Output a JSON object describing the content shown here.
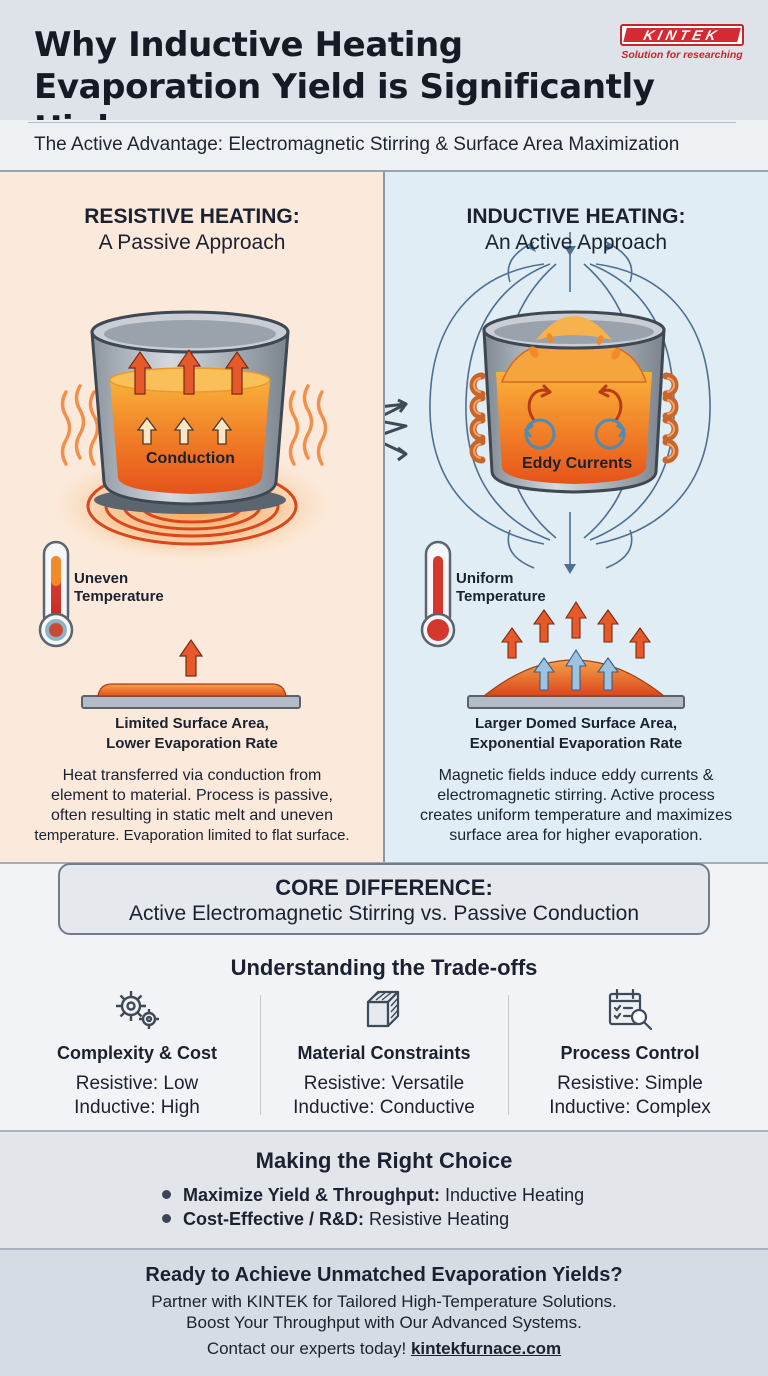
{
  "header": {
    "title_line1": "Why Inductive Heating",
    "title_line2": "Evaporation Yield is Significantly Higher",
    "logo_text": "KINTEK",
    "logo_tagline": "Solution for researching"
  },
  "subtitle": "The Active Advantage: Electromagnetic Stirring & Surface Area Maximization",
  "left": {
    "heading": "RESISTIVE HEATING:",
    "subheading": "A Passive Approach",
    "crucible_label": "Conduction",
    "thermo_label_1": "Uneven",
    "thermo_label_2": "Temperature",
    "caption_1": "Limited Surface Area,",
    "caption_2": "Lower Evaporation Rate",
    "desc": [
      "Heat transferred via conduction from",
      "element to material. Process is passive,",
      "often resulting in static melt and uneven",
      "temperature. Evaporation limited to flat surface."
    ]
  },
  "right": {
    "heading": "INDUCTIVE HEATING:",
    "subheading": "An Active Approach",
    "crucible_label": "Eddy Currents",
    "thermo_label_1": "Uniform",
    "thermo_label_2": "Temperature",
    "caption_1": "Larger Domed Surface Area,",
    "caption_2": "Exponential Evaporation Rate",
    "desc": [
      "Magnetic fields induce eddy currents &",
      "electromagnetic stirring. Active process",
      "creates uniform temperature and maximizes",
      "surface area for higher evaporation."
    ]
  },
  "core": {
    "title": "CORE DIFFERENCE:",
    "subtitle": "Active Electromagnetic Stirring vs. Passive Conduction"
  },
  "tradeoffs": {
    "title": "Understanding the Trade-offs",
    "columns": [
      {
        "icon": "gears-icon",
        "title": "Complexity & Cost",
        "line1": "Resistive: Low",
        "line2": "Inductive: High"
      },
      {
        "icon": "material-block-icon",
        "title": "Material Constraints",
        "line1": "Resistive: Versatile",
        "line2": "Inductive: Conductive"
      },
      {
        "icon": "calendar-checklist-icon",
        "title": "Process Control",
        "line1": "Resistive: Simple",
        "line2": "Inductive: Complex"
      }
    ]
  },
  "choice": {
    "title": "Making the Right Choice",
    "items": [
      {
        "bold": "Maximize Yield & Throughput:",
        "text": " Inductive Heating"
      },
      {
        "bold": "Cost-Effective / R&D:",
        "text": " Resistive Heating"
      }
    ]
  },
  "footer": {
    "title": "Ready to Achieve Unmatched Evaporation Yields?",
    "line1": "Partner with KINTEK for Tailored High-Temperature Solutions.",
    "line2": "Boost Your Throughput with Our Advanced Systems.",
    "line3_prefix": "Contact our experts today! ",
    "link": "kintekfurnace.com"
  },
  "colors": {
    "left_panel": "#fbeadb",
    "right_panel": "#e1edf5",
    "melt_orange": "#f08a2a",
    "field_blue": "#4e6f8f",
    "brand_red": "#d42a31"
  }
}
